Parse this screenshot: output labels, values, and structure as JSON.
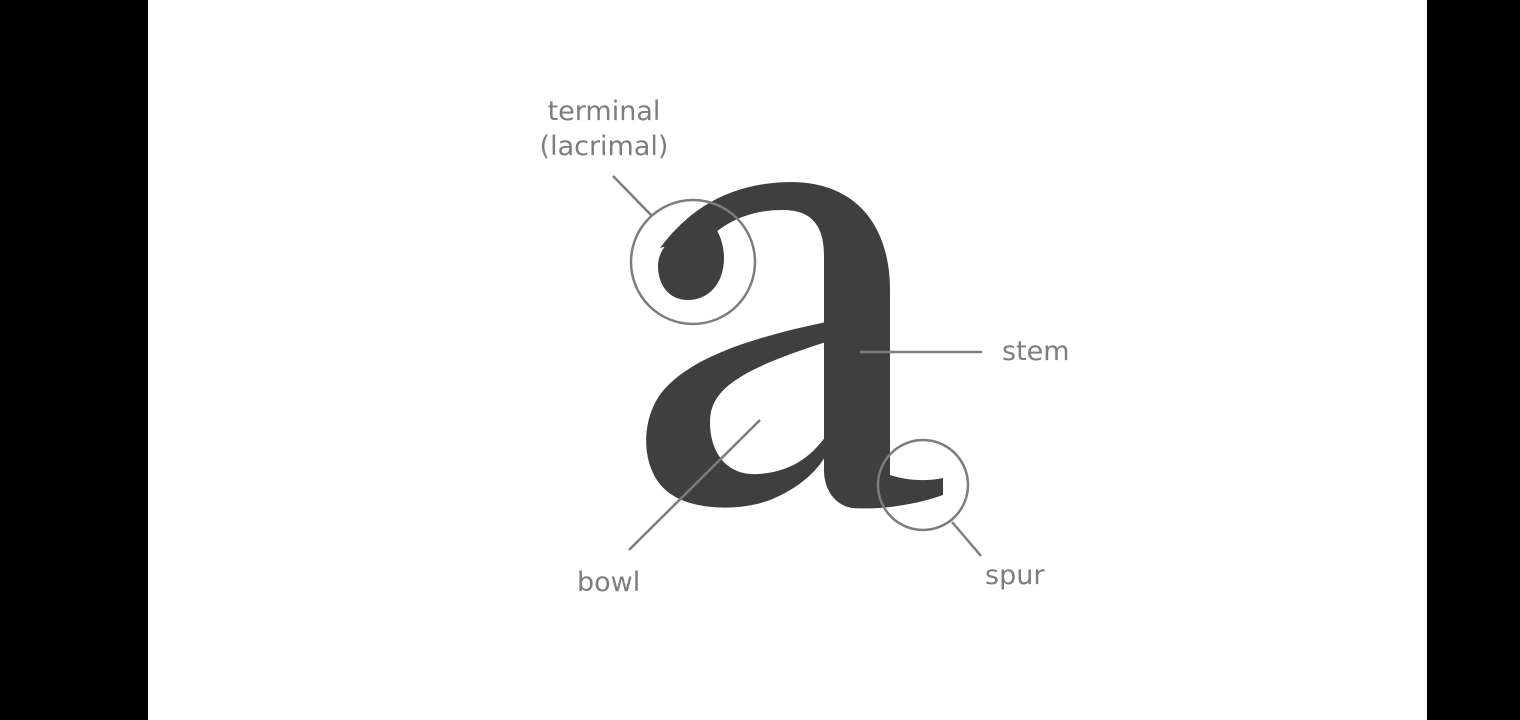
{
  "labels": {
    "terminal_line1": "terminal",
    "terminal_line2": "(lacrimal)",
    "stem": "stem",
    "bowl": "bowl",
    "spur": "spur"
  },
  "colors": {
    "background": "#ffffff",
    "letterbox": "#000000",
    "glyph": "#3f3f40",
    "annotation": "#7d7d7d"
  }
}
